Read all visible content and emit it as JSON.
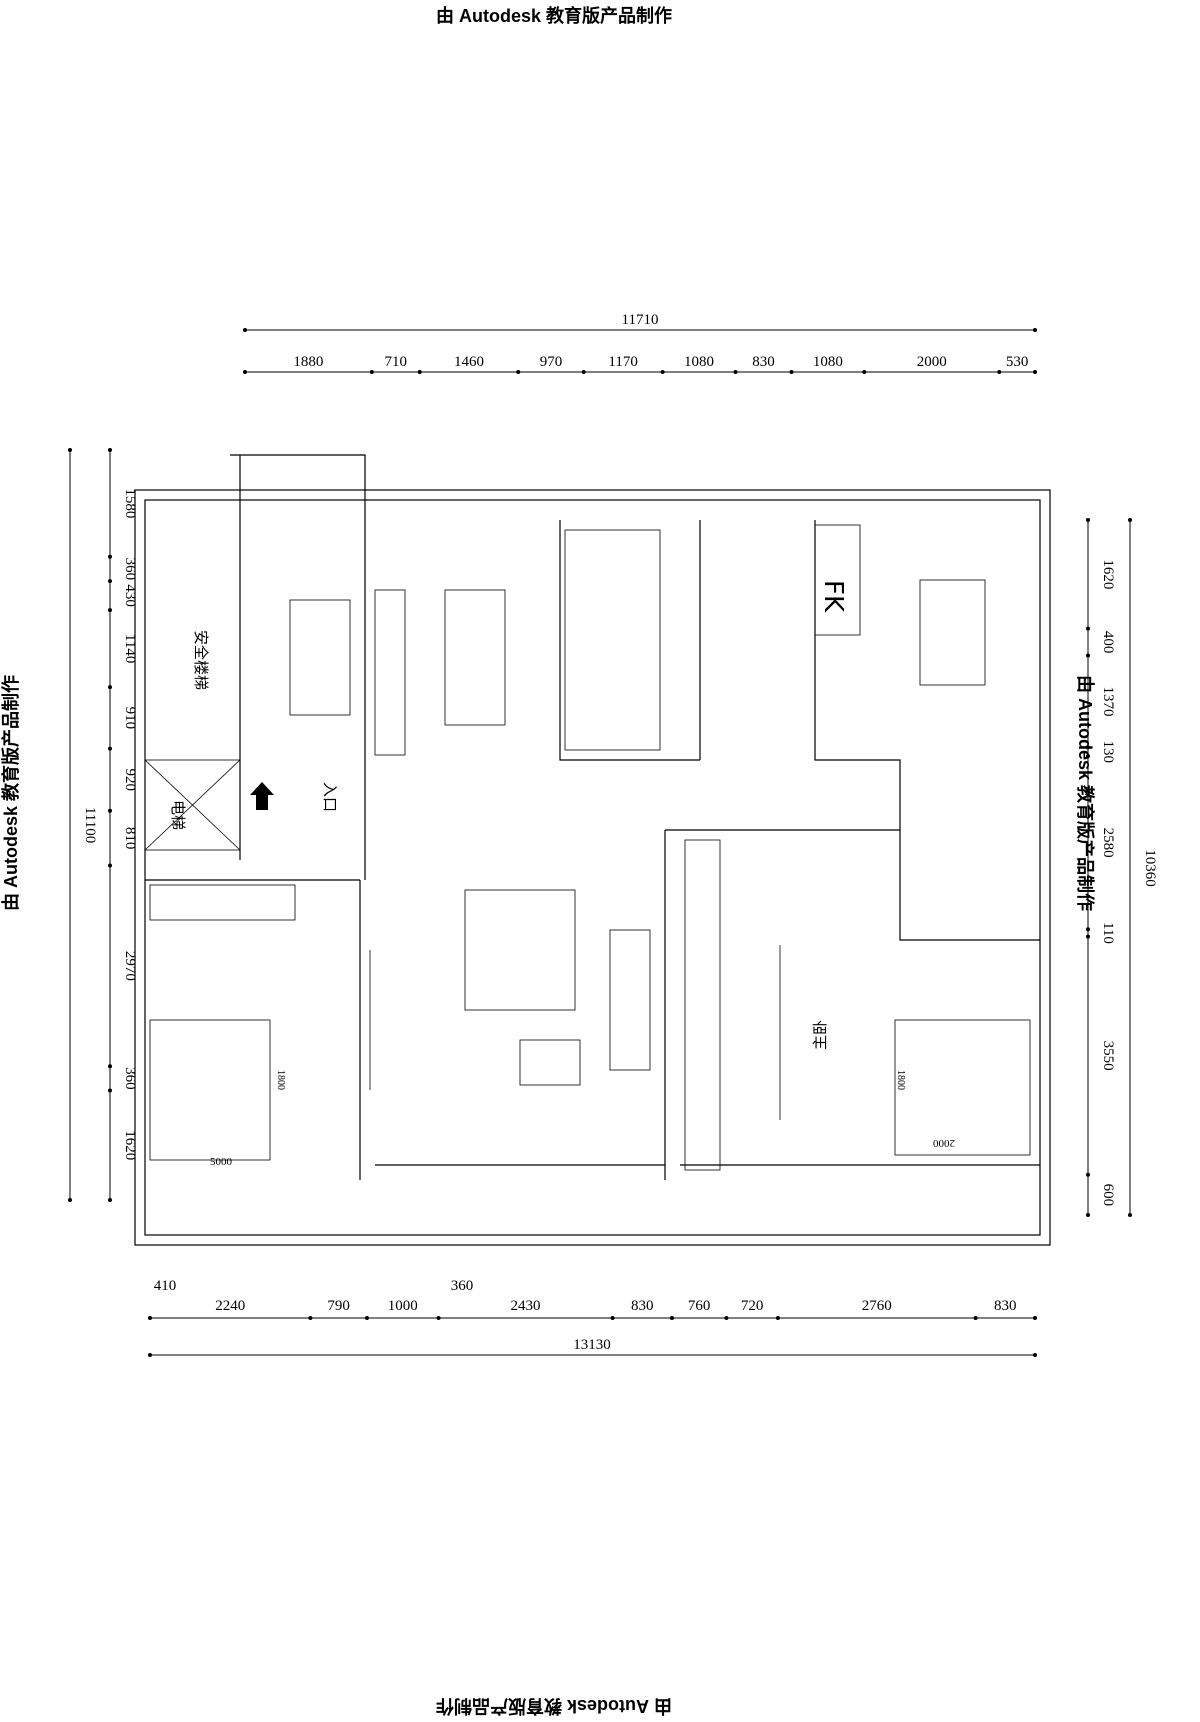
{
  "watermark": {
    "top": "由 Autodesk 教育版产品制作",
    "left": "由 Autodesk 教育版产品制作",
    "right": "由 Autodesk 教育版产品制作",
    "bottom": "由 Autodesk 教育版产品制作"
  },
  "dimensions": {
    "top_total": "11710",
    "top_segments": [
      "1880",
      "710",
      "1460",
      "970",
      "1170",
      "1080",
      "830",
      "1080",
      "2000",
      "530"
    ],
    "bottom_total": "13130",
    "bottom_segments": [
      "2240",
      "790",
      "1000",
      "2430",
      "830",
      "760",
      "720",
      "2760",
      "830"
    ],
    "bottom_extra": [
      "410",
      "360"
    ],
    "left_total": "11100",
    "left_segments": [
      "1580",
      "360",
      "430",
      "1140",
      "910",
      "920",
      "810",
      "2970",
      "360",
      "1620"
    ],
    "right_total": "10360",
    "right_segments": [
      "1620",
      "400",
      "1370",
      "130",
      "2580",
      "110",
      "3550",
      "600"
    ]
  },
  "labels": {
    "stair": "安全楼梯",
    "entrance": "入口",
    "elevator": "电梯",
    "fk": "FK",
    "master": "主卧",
    "bed_left_size": "5000",
    "bed_right_size": "2000",
    "bed_left_width": "1800",
    "bed_right_width": "1800"
  }
}
